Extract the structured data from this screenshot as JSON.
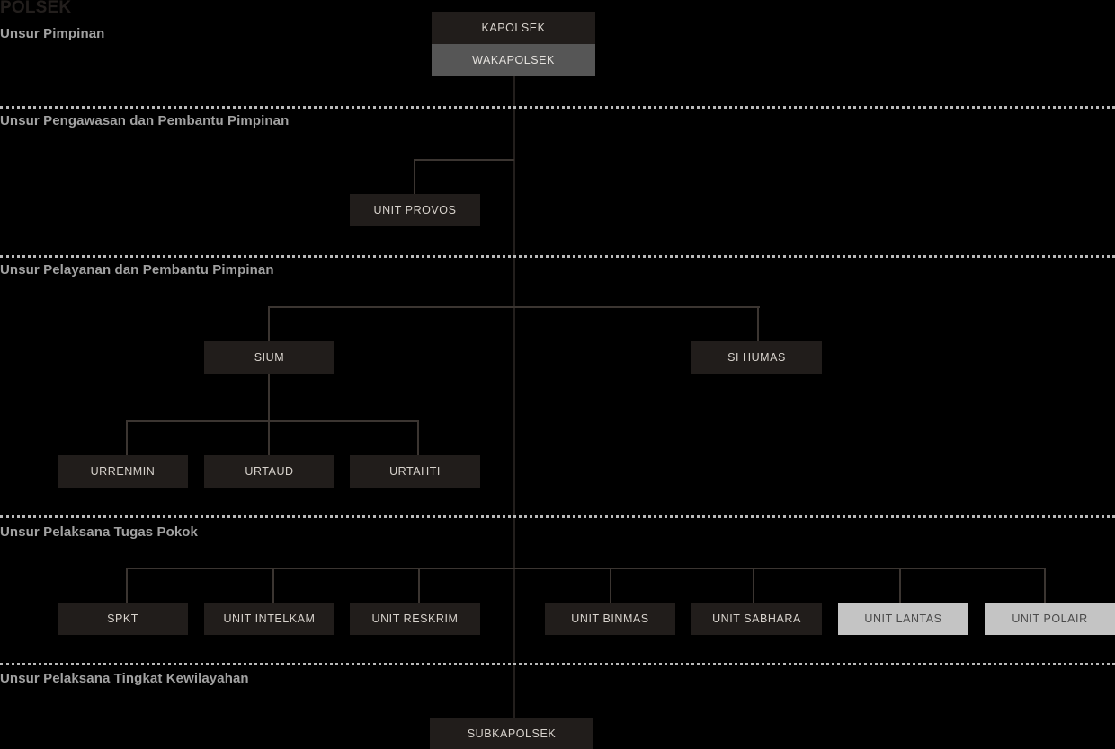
{
  "org_title": "POLSEK",
  "colors": {
    "background": "#000000",
    "box_dark": "#211d1b",
    "box_gray": "#565656",
    "box_light": "#c4c4c4",
    "text_light": "#d8d3cd",
    "text_dark": "#4a4a4a",
    "section_label": "#a2a2a2",
    "title": "#231f1d",
    "connector": "#231f1d",
    "divider": "#b9b9b9"
  },
  "sections": [
    {
      "label": "Unsur Pimpinan"
    },
    {
      "label": "Unsur Pengawasan dan Pembantu Pimpinan"
    },
    {
      "label": "Unsur Pelayanan dan Pembantu Pimpinan"
    },
    {
      "label": "Unsur Pelaksana Tugas Pokok"
    },
    {
      "label": "Unsur Pelaksana Tingkat Kewilayahan"
    }
  ],
  "nodes": {
    "kapolsek": "KAPOLSEK",
    "wakapolsek": "WAKAPOLSEK",
    "unit_provos": "UNIT PROVOS",
    "sium": "SIUM",
    "si_humas": "SI HUMAS",
    "urrenmin": "URRENMIN",
    "urtaud": "URTAUD",
    "urtahti": "URTAHTI",
    "spkt": "SPKT",
    "unit_intelkam": "UNIT INTELKAM",
    "unit_reskrim": "UNIT RESKRIM",
    "unit_binmas": "UNIT BINMAS",
    "unit_sabhara": "UNIT SABHARA",
    "unit_lantas": "UNIT LANTAS",
    "unit_polair": "UNIT POLAIR",
    "subkapolsek": "SUBKAPOLSEK"
  }
}
